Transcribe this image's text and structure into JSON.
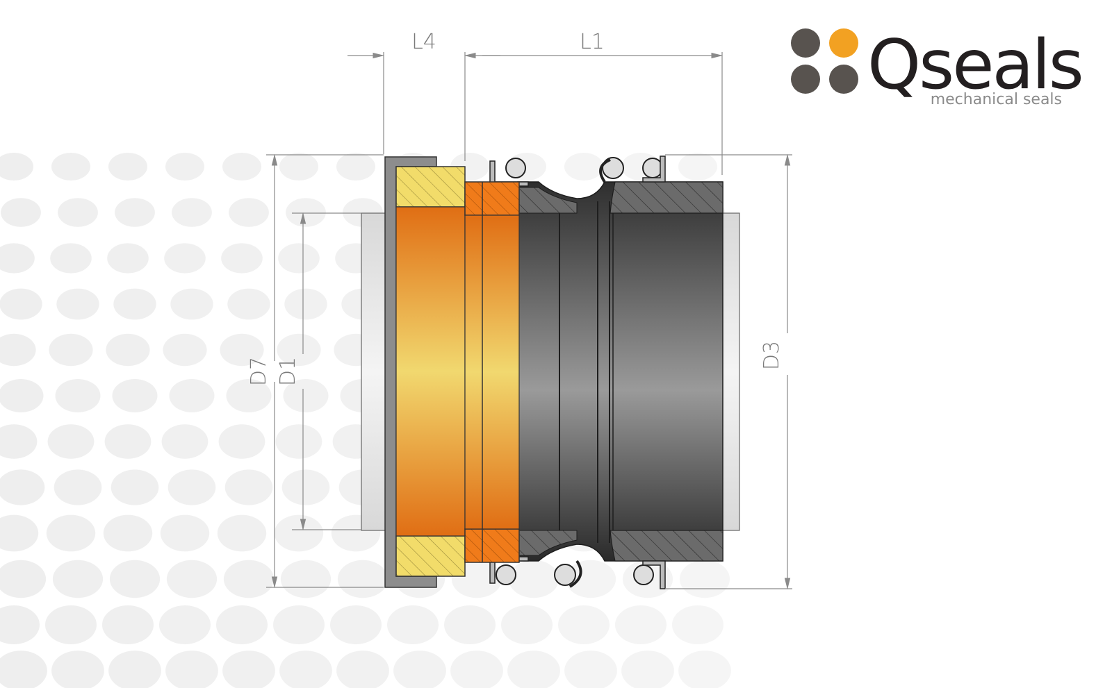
{
  "logo": {
    "word": "Qseals",
    "subtitle": "mechanical seals",
    "dot_colors": [
      "#58534f",
      "#f2a122",
      "#58534f",
      "#58534f"
    ]
  },
  "dimensions": {
    "l4": "L4",
    "l1": "L1",
    "d7": "D7",
    "d1": "D1",
    "d3": "D3"
  },
  "colors": {
    "orange": "#e87c1e",
    "yellow": "#f2dc6a",
    "dark": "#4a4a4a",
    "dots": "#eeeeee"
  }
}
